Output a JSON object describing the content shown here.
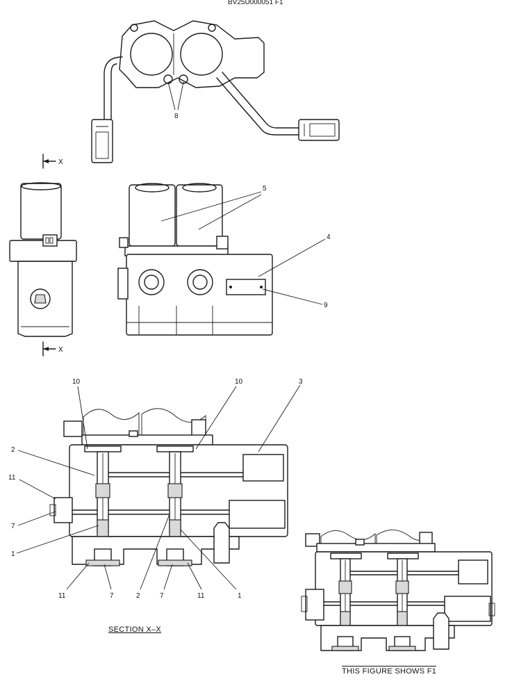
{
  "header_partial": "BV25U000051 F1",
  "callouts": {
    "c1a": "1",
    "c1b": "1",
    "c2a": "2",
    "c2b": "2",
    "c3": "3",
    "c4": "4",
    "c5": "5",
    "c7a": "7",
    "c7b": "7",
    "c7c": "7",
    "c8": "8",
    "c9": "9",
    "c10a": "10",
    "c10b": "10",
    "c11a": "11",
    "c11b": "11",
    "c11c": "11"
  },
  "section_markers": {
    "top": "X",
    "bottom": "X"
  },
  "captions": {
    "section": "SECTION  X–X",
    "figure_note": "THIS FIGURE SHOWS  F1"
  }
}
